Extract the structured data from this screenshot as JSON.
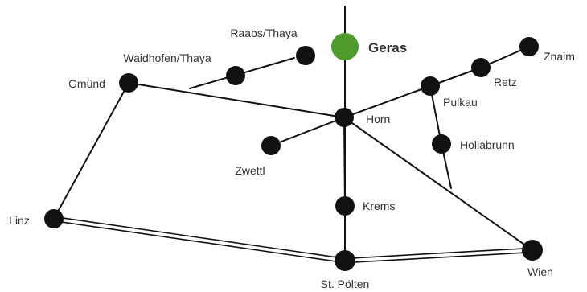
{
  "map": {
    "colors": {
      "node": "#111111",
      "line": "#111111",
      "highlight": "#4e9b2c",
      "label": "#333333"
    },
    "cities": {
      "geras": "Geras",
      "raabs": "Raabs/Thaya",
      "waidhofen": "Waidhofen/Thaya",
      "gmuend": "Gmünd",
      "znaim": "Znaim",
      "retz": "Retz",
      "pulkau": "Pulkau",
      "horn": "Horn",
      "hollabrunn": "Hollabrunn",
      "zwettl": "Zwettl",
      "krems": "Krems",
      "linz": "Linz",
      "stpoelten": "St. Pölten",
      "wien": "Wien"
    },
    "highlighted_city": "Geras",
    "roads": [
      [
        "raabs",
        "waidhofen"
      ],
      [
        "gmuend",
        "horn"
      ],
      [
        "gmuend",
        "linz"
      ],
      [
        "horn",
        "pulkau"
      ],
      [
        "pulkau",
        "retz"
      ],
      [
        "retz",
        "znaim"
      ],
      [
        "pulkau",
        "hollabrunn"
      ],
      [
        "horn",
        "zwettl"
      ],
      [
        "horn",
        "krems"
      ],
      [
        "krems",
        "stpoelten"
      ],
      [
        "horn",
        "wien"
      ]
    ],
    "double_roads": [
      [
        "linz",
        "stpoelten"
      ],
      [
        "stpoelten",
        "wien"
      ]
    ]
  }
}
